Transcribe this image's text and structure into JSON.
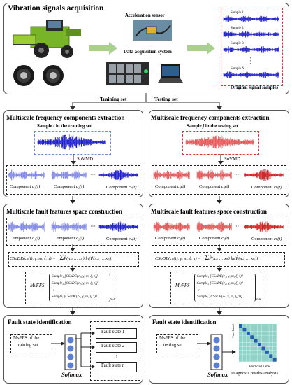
{
  "acquisition": {
    "title": "Vibration signals acquisition",
    "sensor_label": "Acceleration sensor",
    "daq_label": "Data acquisition system",
    "original_label": "Original signal samples",
    "samples": [
      "Sample 1",
      "Sample 2",
      "Sample 3",
      "Sample N"
    ]
  },
  "split": {
    "training": "Training set",
    "testing": "Testing set"
  },
  "left": {
    "extract_title": "Multiscale frequency components extraction",
    "sample_prefix": "Sample",
    "sample_var": "i",
    "sample_suffix": "in the training set",
    "sovmd": "SoVMD",
    "comp_prefix": "Component",
    "comps": [
      "c₁(t)",
      "c₂(t)",
      "cₖ(t)"
    ],
    "space_title": "Multiscale fault features space construction",
    "formula_lhs": "CSoDE(cₖ(t), γ, m, ξ, τ) = −",
    "formula_rhs": "P̃(πₓₐ … xₕ) ln(P̃(πₓₐ … xₕ))",
    "sum_upper": "γᵐ",
    "sum_lower": "π=1",
    "mvffs_label": "MvFFS",
    "matrix_rows": [
      "Sample₁ [CSoDE(c₁, γ, m, ξ, τ)]",
      "Sample₂ [CSoDE(c₂, γ, m, ξ, τ)]",
      "⋮",
      "Sampleᵢ [CSoDE(cₖ, γ, m, ξ, τ)]"
    ],
    "matrix_sub": "N×K",
    "ident_title": "Fault state identification",
    "input_label_1": "MsFFS of the",
    "input_label_2": "training set",
    "softmax": "Softmax",
    "faults": [
      "Fault state 1",
      "Fault state 2",
      "Fault state n"
    ],
    "dots": "⋮"
  },
  "right": {
    "extract_title": "Multiscale frequency components extraction",
    "sample_prefix": "Sample",
    "sample_var": "j",
    "sample_suffix": "in the testing set",
    "sovmd": "SoVMD",
    "comp_prefix": "Component",
    "comps": [
      "c₁(t)",
      "c₂(t)",
      "cₖ(t)"
    ],
    "space_title": "Multiscale fault features space construction",
    "formula_lhs": "CSoDE(cₖ(t), γ, m, ξ, τ) = −",
    "formula_rhs": "P̃(πₓₐ … xₕ) ln(P̃(πₓₐ … xₕ))",
    "sum_upper": "γᵐ",
    "sum_lower": "π=1",
    "mvffs_label": "MvFFS",
    "matrix_rows": [
      "Sample₁ [CSoDE(c₁, γ, m, ξ, τ)]",
      "Sample₂ [CSoDE(c₂, γ, m, ξ, τ)]",
      "⋮",
      "Sampleᵢ [CSoDE(cₖ, γ, m, ξ, τ)]"
    ],
    "matrix_sub": "N×K",
    "ident_title": "Fault state identification",
    "input_label_1": "MsFFS of the",
    "input_label_2": "testing set",
    "softmax": "Softmax",
    "cm_ylabel": "True Label",
    "cm_xlabel": "Predicted Label",
    "cm_caption": "Diagnosis results analysis"
  },
  "colors": {
    "blue_wave": "#1414c8",
    "red_wave": "#e05050",
    "arrow_green": "#a9d08e",
    "sample_box": "#e03030",
    "sample_dash_blue": "#6a8de0",
    "cm_diag": "#1e5fae",
    "cm_cell": "#8fd3c8"
  }
}
